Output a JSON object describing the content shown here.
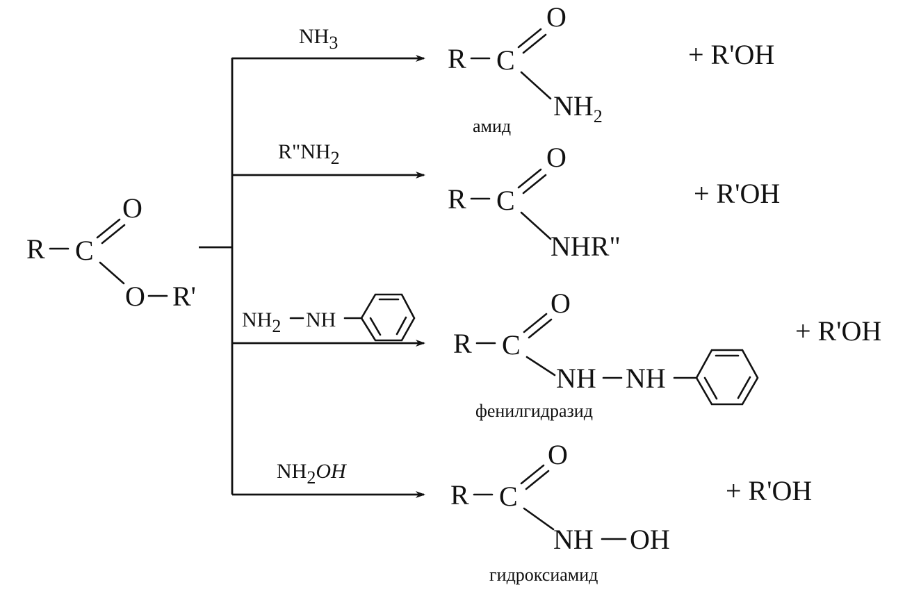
{
  "reactant": {
    "r": "R",
    "c": "C",
    "o_double": "O",
    "o_single": "O",
    "r_prime": "R'"
  },
  "reactions": [
    {
      "reagent": {
        "main": "NH",
        "sub": "3"
      },
      "product": {
        "r": "R",
        "c": "C",
        "o": "O",
        "n": "NH",
        "n_sub": "2"
      },
      "byproduct": "+ R'OH",
      "label": "амид"
    },
    {
      "reagent": {
        "main": "R\"NH",
        "sub": "2"
      },
      "product": {
        "r": "R",
        "c": "C",
        "o": "O",
        "n": "NHR\""
      },
      "byproduct": "+ R'OH"
    },
    {
      "reagent": {
        "a": "NH",
        "a_sub": "2",
        "b": "NH"
      },
      "product": {
        "r": "R",
        "c": "C",
        "o": "O",
        "n1": "NH",
        "n2": "NH"
      },
      "byproduct": "+ R'OH",
      "label": "фенилгидразид"
    },
    {
      "reagent": {
        "a": "NH",
        "a_sub": "2",
        "b": "OH"
      },
      "product": {
        "r": "R",
        "c": "C",
        "o": "O",
        "n": "NH",
        "oh": "OH"
      },
      "byproduct": "+ R'OH",
      "label": "гидроксиамид"
    }
  ]
}
